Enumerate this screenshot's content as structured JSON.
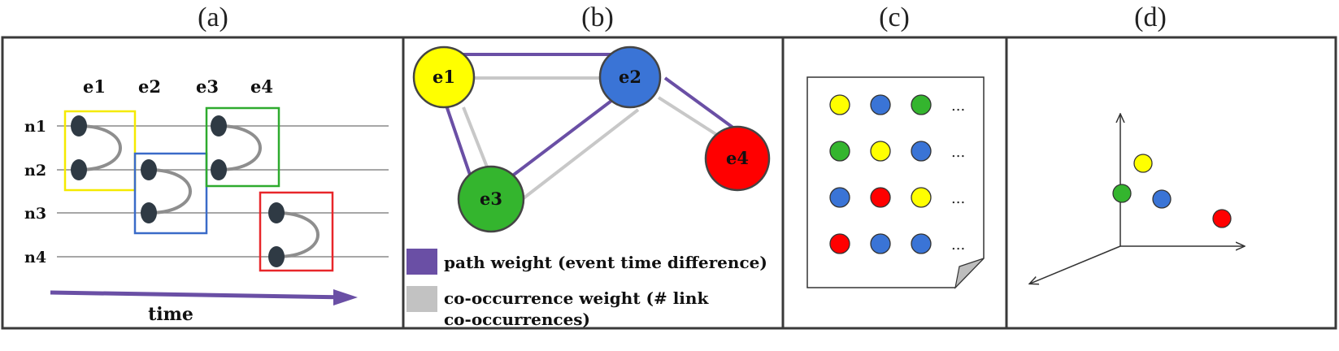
{
  "panels": {
    "a": {
      "label": "(a)",
      "events": [
        "e1",
        "e2",
        "e3",
        "e4"
      ],
      "nodes": [
        "n1",
        "n2",
        "n3",
        "n4"
      ],
      "time_label": "time",
      "boxes": [
        {
          "event": "e1",
          "color": "#f5ea00",
          "from": "n1",
          "to": "n2"
        },
        {
          "event": "e2",
          "color": "#3a6bc8",
          "from": "n2",
          "to": "n3"
        },
        {
          "event": "e3",
          "color": "#2eab2e",
          "from": "n1",
          "to": "n2"
        },
        {
          "event": "e4",
          "color": "#e8262a",
          "from": "n3",
          "to": "n4"
        }
      ]
    },
    "b": {
      "label": "(b)",
      "nodes": [
        {
          "id": "e1",
          "label": "e1",
          "color": "#ffff00"
        },
        {
          "id": "e2",
          "label": "e2",
          "color": "#3a74d6"
        },
        {
          "id": "e3",
          "label": "e3",
          "color": "#34b52e"
        },
        {
          "id": "e4",
          "label": "e4",
          "color": "#ff0000"
        }
      ],
      "path_edges": [
        [
          "e1",
          "e2"
        ],
        [
          "e1",
          "e3"
        ],
        [
          "e3",
          "e2"
        ],
        [
          "e2",
          "e4"
        ]
      ],
      "cooccurrence_edges": [
        [
          "e1",
          "e2"
        ],
        [
          "e1",
          "e3"
        ],
        [
          "e3",
          "e2"
        ],
        [
          "e2",
          "e4"
        ]
      ],
      "legend": {
        "path": {
          "label": "path weight (event time difference)",
          "color": "#6a4fa5"
        },
        "cooccurrence": {
          "line1": "co-occurrence weight (# link",
          "line2": "co-occurrences)",
          "color": "#c2c2c2"
        }
      }
    },
    "c": {
      "label": "(c)",
      "rows": [
        [
          "#ffff00",
          "#3a74d6",
          "#34b52e"
        ],
        [
          "#34b52e",
          "#ffff00",
          "#3a74d6"
        ],
        [
          "#3a74d6",
          "#ff0000",
          "#ffff00"
        ],
        [
          "#ff0000",
          "#3a74d6",
          "#3a74d6"
        ]
      ],
      "ellipsis": "..."
    },
    "d": {
      "label": "(d)",
      "points": [
        {
          "event": "e1",
          "color": "#ffff00"
        },
        {
          "event": "e3",
          "color": "#34b52e"
        },
        {
          "event": "e2",
          "color": "#3a74d6"
        },
        {
          "event": "e4",
          "color": "#ff0000"
        }
      ]
    }
  }
}
